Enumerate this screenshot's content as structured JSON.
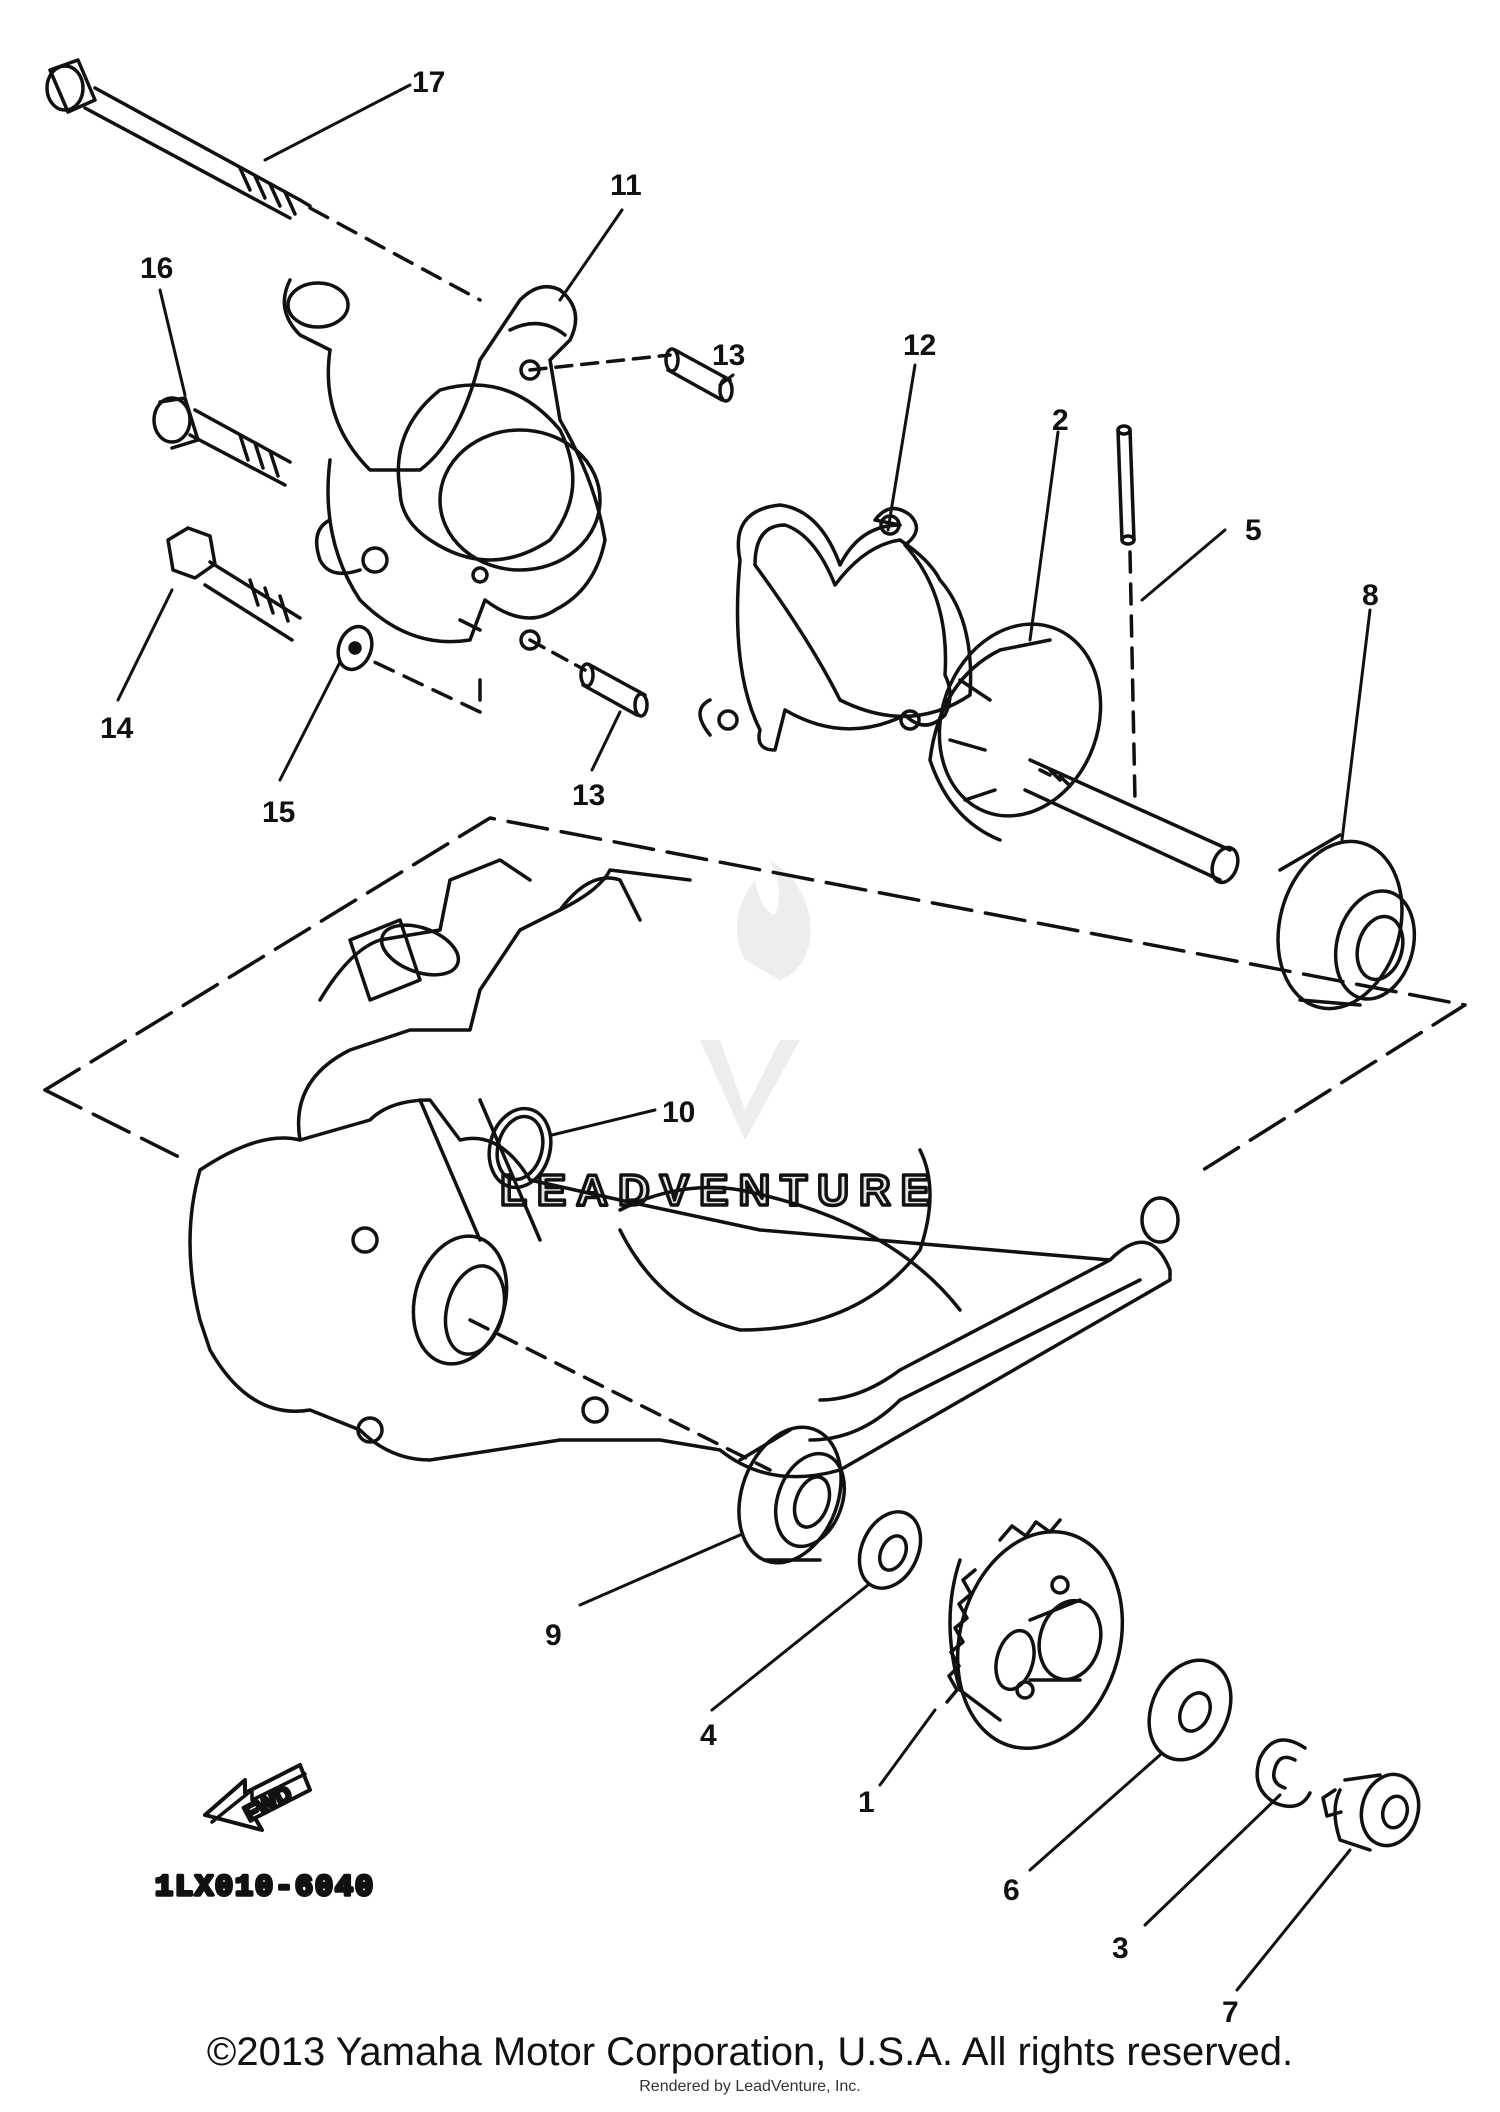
{
  "diagram": {
    "part_numbers": [
      "1",
      "2",
      "3",
      "4",
      "5",
      "6",
      "7",
      "8",
      "9",
      "10",
      "11",
      "12",
      "13",
      "13",
      "14",
      "15",
      "16",
      "17"
    ],
    "fig_code": "1LX010-6040",
    "fwd_label": "FWD",
    "watermark": "LEADVENTURE"
  },
  "footer": {
    "copyright": "©2013 Yamaha Motor Corporation, U.S.A. All rights reserved.",
    "rendered_by": "Rendered by LeadVenture, Inc."
  },
  "colors": {
    "ink": "#111111",
    "watermark": "#e6e6e6"
  }
}
